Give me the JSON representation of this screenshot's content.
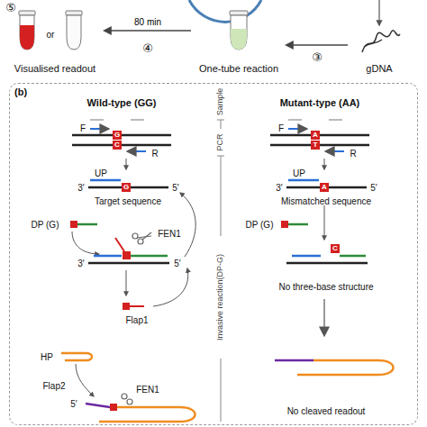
{
  "diagram": {
    "nodes": [
      {
        "text": [
          "Visualised readout"
        ]
      },
      {
        "text": [
          "One-tube reaction"
        ]
      },
      {
        "text": [
          "gDNA"
        ]
      },
      {
        "text": [
          "(b)"
        ]
      }
    ],
    "edges": [
      {
        "from": 1,
        "to": 0,
        "arrow": "to",
        "label": "80 min"
      },
      {
        "from": 2,
        "to": 1,
        "arrow": "to"
      }
    ],
    "labels": [
      "⑤",
      "or",
      "④",
      "③",
      "Wild-type (GG)",
      "Mutant-type (AA)",
      "Sample",
      "PCR",
      "Invasive reaction(DP-G)",
      "F",
      "R",
      "G",
      "C",
      "UP",
      "3′",
      "G",
      "5′",
      "Target sequence",
      "DP (G)",
      "FEN1",
      "3′",
      "5′",
      "Flap1",
      "HP",
      "Flap2",
      "5′",
      "FEN1",
      "F",
      "R",
      "A",
      "T",
      "UP",
      "3′",
      "A",
      "5′",
      "Mismatched sequence",
      "DP (G)",
      "C",
      "No three-base structure",
      "No cleaved readout"
    ]
  }
}
